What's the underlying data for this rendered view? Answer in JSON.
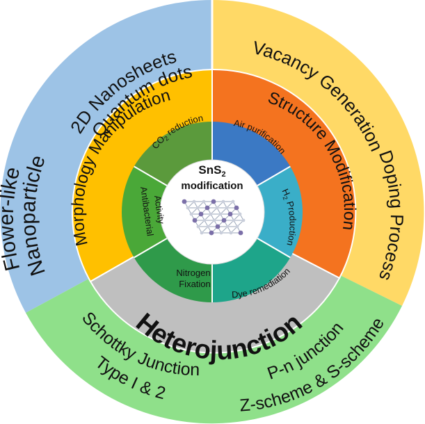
{
  "colors": {
    "outer_blue": "#9dc3e6",
    "outer_orange": "#ffd966",
    "outer_green": "#8fe08a",
    "mid_morphology": "#ffc000",
    "mid_structure": "#f4731f",
    "mid_hetero": "#bfbfbf",
    "inner_co2": "#5b9a3c",
    "inner_air": "#3b79c4",
    "inner_h2": "#3aaec8",
    "inner_dye": "#1ea58a",
    "inner_nitrogen": "#2f9a4a",
    "inner_antibacterial": "#4aa838",
    "center": "#ffffff"
  },
  "outer": {
    "top_left_line1": "2D Nanosheets",
    "top_left_line2": "Quantum dots",
    "left_line1": "Flower-like",
    "left_line2": "Nanoparticle",
    "top_right": "Vacancy Generation",
    "right": "Doping Process",
    "bottom_left_line1": "Schottky Junction",
    "bottom_left_line2": "Type I & 2",
    "bottom_right_line1": "P-n junction",
    "bottom_right_line2": "Z-scheme & S-scheme"
  },
  "middle": {
    "morphology": "Morphology Manipulation",
    "structure": "Structure Modification",
    "heterojunction": "Heterojunction"
  },
  "inner": {
    "co2_prefix": "CO",
    "co2_sub": "2",
    "co2_suffix": " reduction",
    "air": "Air purification",
    "h2_prefix": "H",
    "h2_sub": "2",
    "h2_suffix": " Production",
    "dye": "Dye remediation",
    "nitrogen_line1": "Nitrogen",
    "nitrogen_line2": "Fixation",
    "antibacterial_line1": "Antibacterial",
    "antibacterial_line2": "Activity"
  },
  "center": {
    "title_prefix": "SnS",
    "title_sub": "2",
    "title_line2": "modification"
  }
}
